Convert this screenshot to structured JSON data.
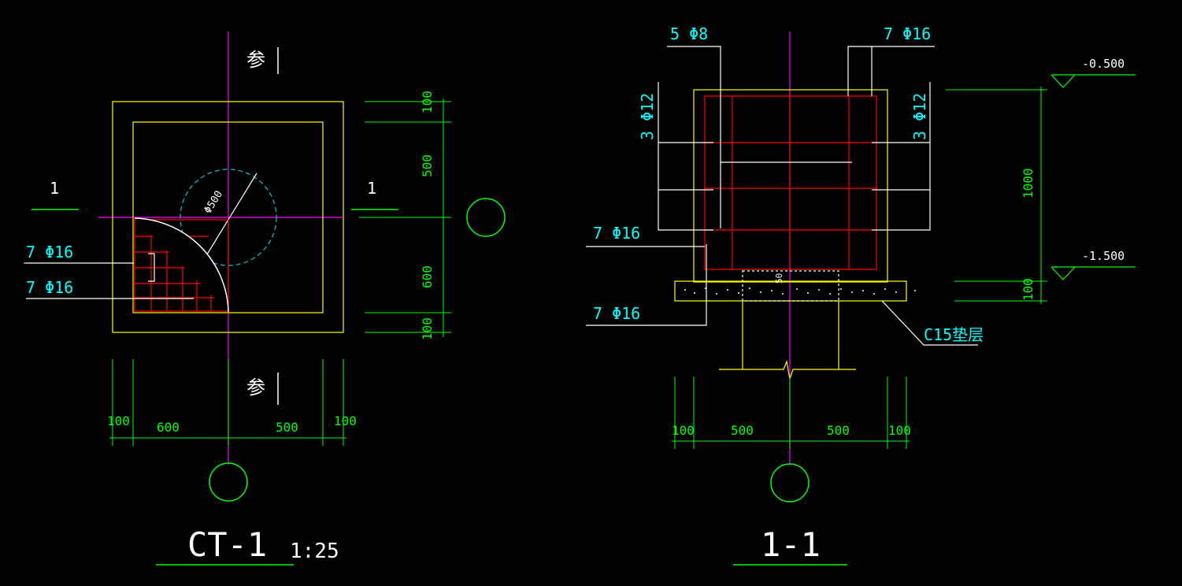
{
  "plan": {
    "section_mark_left": "1",
    "section_mark_right": "1",
    "ref_text_top": "参",
    "ref_text_bottom": "参",
    "pile_dia": "Φ500",
    "rebar_label_1": "7 Φ16",
    "rebar_label_2": "7 Φ16",
    "dims_right": [
      "100",
      "500",
      "600",
      "100"
    ],
    "dims_bottom": [
      "100",
      "600",
      "500",
      "100"
    ],
    "title": "CT-1",
    "scale": "1:25"
  },
  "section": {
    "label_top_left": "5 Φ8",
    "label_top_right": "7 Φ16",
    "label_side_left": "3 Φ12",
    "label_side_right": "3 Φ12",
    "label_mid_left": "7 Φ16",
    "label_bottom_left": "7 Φ16",
    "bed_label": "C15垫层",
    "bed_small": "50",
    "elev_top": "-0.500",
    "elev_bottom": "-1.500",
    "dims_right": [
      "1000",
      "100"
    ],
    "dims_bottom": [
      "100",
      "500",
      "500",
      "100"
    ],
    "title": "1-1"
  },
  "colors": {
    "background": "#000000",
    "outline": "#ffff00",
    "rebar": "#ff0000",
    "dimension": "#00ff00",
    "axis": "#ff00ff",
    "label": "#00ffff",
    "text": "#ffffff"
  }
}
